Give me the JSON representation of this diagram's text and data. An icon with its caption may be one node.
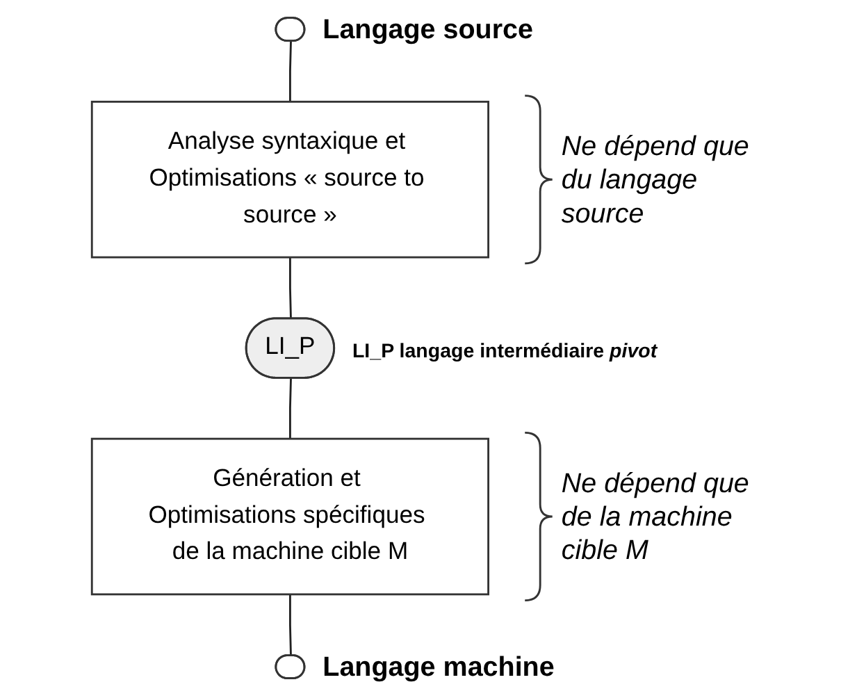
{
  "diagram": {
    "nodes": [
      {
        "text": [],
        "shape": "ellipse",
        "beside": [
          "Langage source"
        ]
      },
      {
        "text": [
          "Analyse syntaxique et Optimisations « source to source »"
        ],
        "beside": [
          "Ne dépend que du langage source"
        ]
      },
      {
        "text": [
          "LI_P"
        ],
        "beside": [
          "LI_P langage intermédiaire *pivot*"
        ]
      },
      {
        "text": [
          "Génération et Optimisations spécifiques de la machine cible M"
        ],
        "beside": [
          "Ne dépend que de la machine cible M"
        ]
      },
      {
        "text": [],
        "shape": "ellipse",
        "beside": [
          "Langage machine"
        ]
      }
    ],
    "edges": [
      {
        "from": 0,
        "to": 1,
        "arrow": "none"
      },
      {
        "from": 1,
        "to": 2,
        "arrow": "none"
      },
      {
        "from": 2,
        "to": 3,
        "arrow": "none"
      },
      {
        "from": 3,
        "to": 4,
        "arrow": "none"
      }
    ]
  }
}
